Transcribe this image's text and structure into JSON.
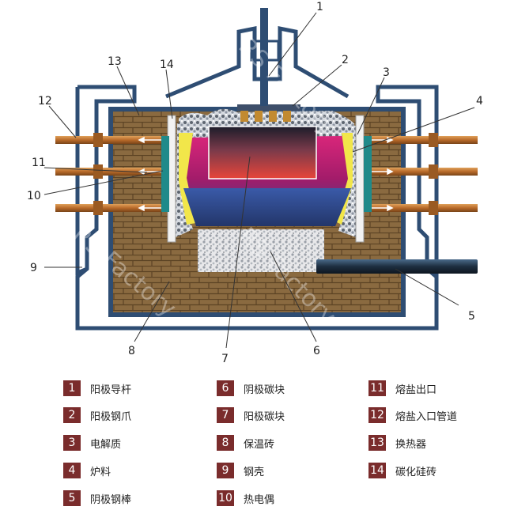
{
  "diagram": {
    "watermark": "RS Factory",
    "callouts": [
      "1",
      "2",
      "3",
      "4",
      "5",
      "6",
      "7",
      "8",
      "9",
      "10",
      "11",
      "12",
      "13",
      "14"
    ]
  },
  "legend": {
    "items": [
      {
        "num": "1",
        "text": "阳极导杆"
      },
      {
        "num": "2",
        "text": "阳极钢爪"
      },
      {
        "num": "3",
        "text": "电解质"
      },
      {
        "num": "4",
        "text": "炉料"
      },
      {
        "num": "5",
        "text": "阴极钢棒"
      },
      {
        "num": "6",
        "text": "阴极碳块"
      },
      {
        "num": "7",
        "text": "阳极碳块"
      },
      {
        "num": "8",
        "text": "保温砖"
      },
      {
        "num": "9",
        "text": "钢壳"
      },
      {
        "num": "10",
        "text": "热电偶"
      },
      {
        "num": "11",
        "text": "熔盐出口"
      },
      {
        "num": "12",
        "text": "熔盐入口管道"
      },
      {
        "num": "13",
        "text": "换热器"
      },
      {
        "num": "14",
        "text": "碳化硅砖"
      }
    ]
  },
  "colors": {
    "brand": "#7a2c2c",
    "shell": "#2e4d73",
    "brick": "#8a6a40",
    "pipe": "#c07a3a",
    "heat_exchanger": "#1f8a8a",
    "electrolyte": "#f2e64a"
  }
}
